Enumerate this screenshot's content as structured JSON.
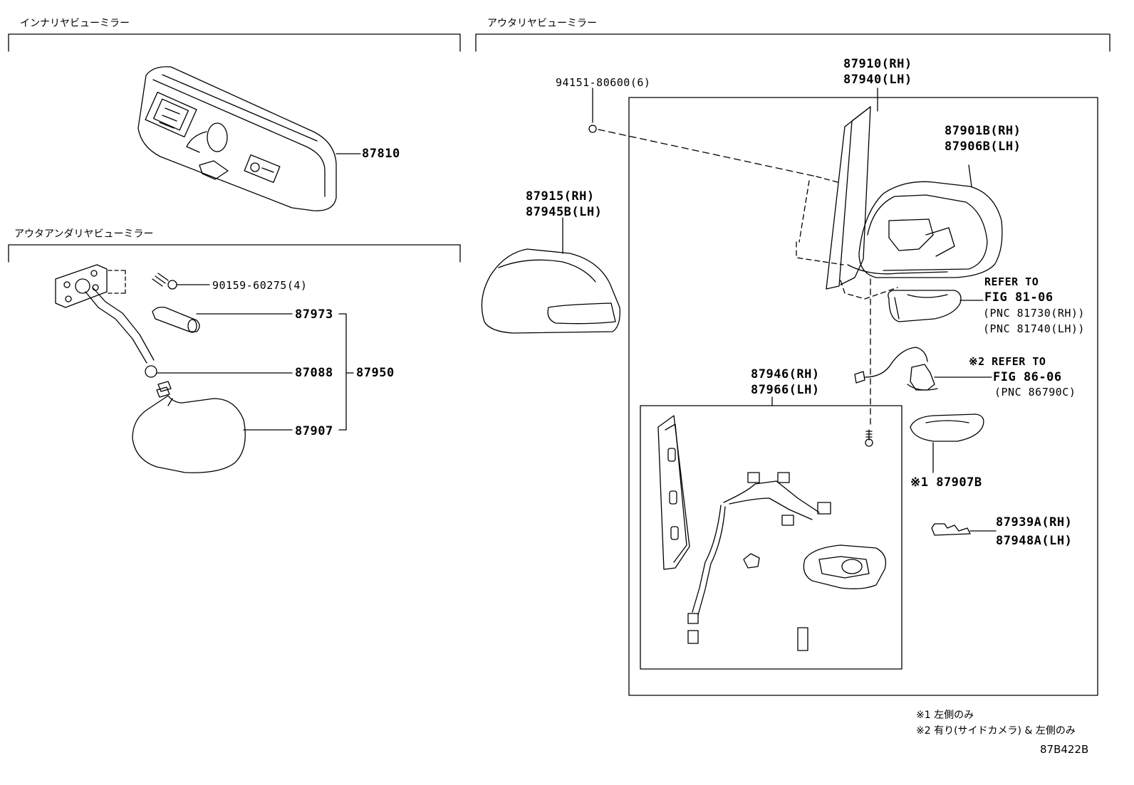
{
  "sections": {
    "inner": "インナリヤビューミラー",
    "outer_under": "アウタアンダリヤビューミラー",
    "outer": "アウタリヤビューミラー"
  },
  "parts": {
    "p87810": "87810",
    "p90159": "90159-60275(4)",
    "p87973": "87973",
    "p87088": "87088",
    "p87950": "87950",
    "p87907": "87907",
    "p94151": "94151-80600(6)",
    "p87910": "87910(RH)",
    "p87940": "87940(LH)",
    "p87915": "87915(RH)",
    "p87945B": "87945B(LH)",
    "p87901B": "87901B(RH)",
    "p87906B": "87906B(LH)",
    "p87946": "87946(RH)",
    "p87966": "87966(LH)",
    "p87907B": "※1 87907B",
    "p87939A": "87939A(RH)",
    "p87948A": "87948A(LH)"
  },
  "refs": {
    "ref1_a": "REFER TO",
    "ref1_b": "FIG 81-06",
    "ref1_c": "(PNC 81730(RH))",
    "ref1_d": "(PNC 81740(LH))",
    "ref2_a": "※2 REFER TO",
    "ref2_b": "FIG 86-06",
    "ref2_c": "(PNC 86790C)"
  },
  "notes": {
    "n1": "※1 左側のみ",
    "n2": "※2 有り(サイドカメラ) & 左側のみ",
    "code": "87B422B"
  }
}
